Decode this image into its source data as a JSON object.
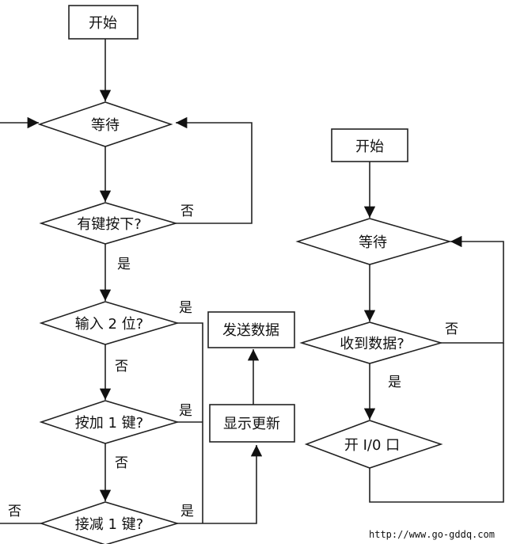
{
  "left_flow": {
    "start": "开始",
    "wait": "等待",
    "key_pressed": "有键按下?",
    "input_two": "输入 2 位?",
    "press_add": "按加 1 键?",
    "press_sub": "接减 1 键?",
    "send_data": "发送数据",
    "show_update": "显示更新"
  },
  "right_flow": {
    "start": "开始",
    "wait": "等待",
    "data_received": "收到数据?",
    "open_io": "开 I/0 口"
  },
  "edge_labels": {
    "no": "否",
    "yes": "是"
  },
  "watermark": "http://www.go-gddq.com"
}
